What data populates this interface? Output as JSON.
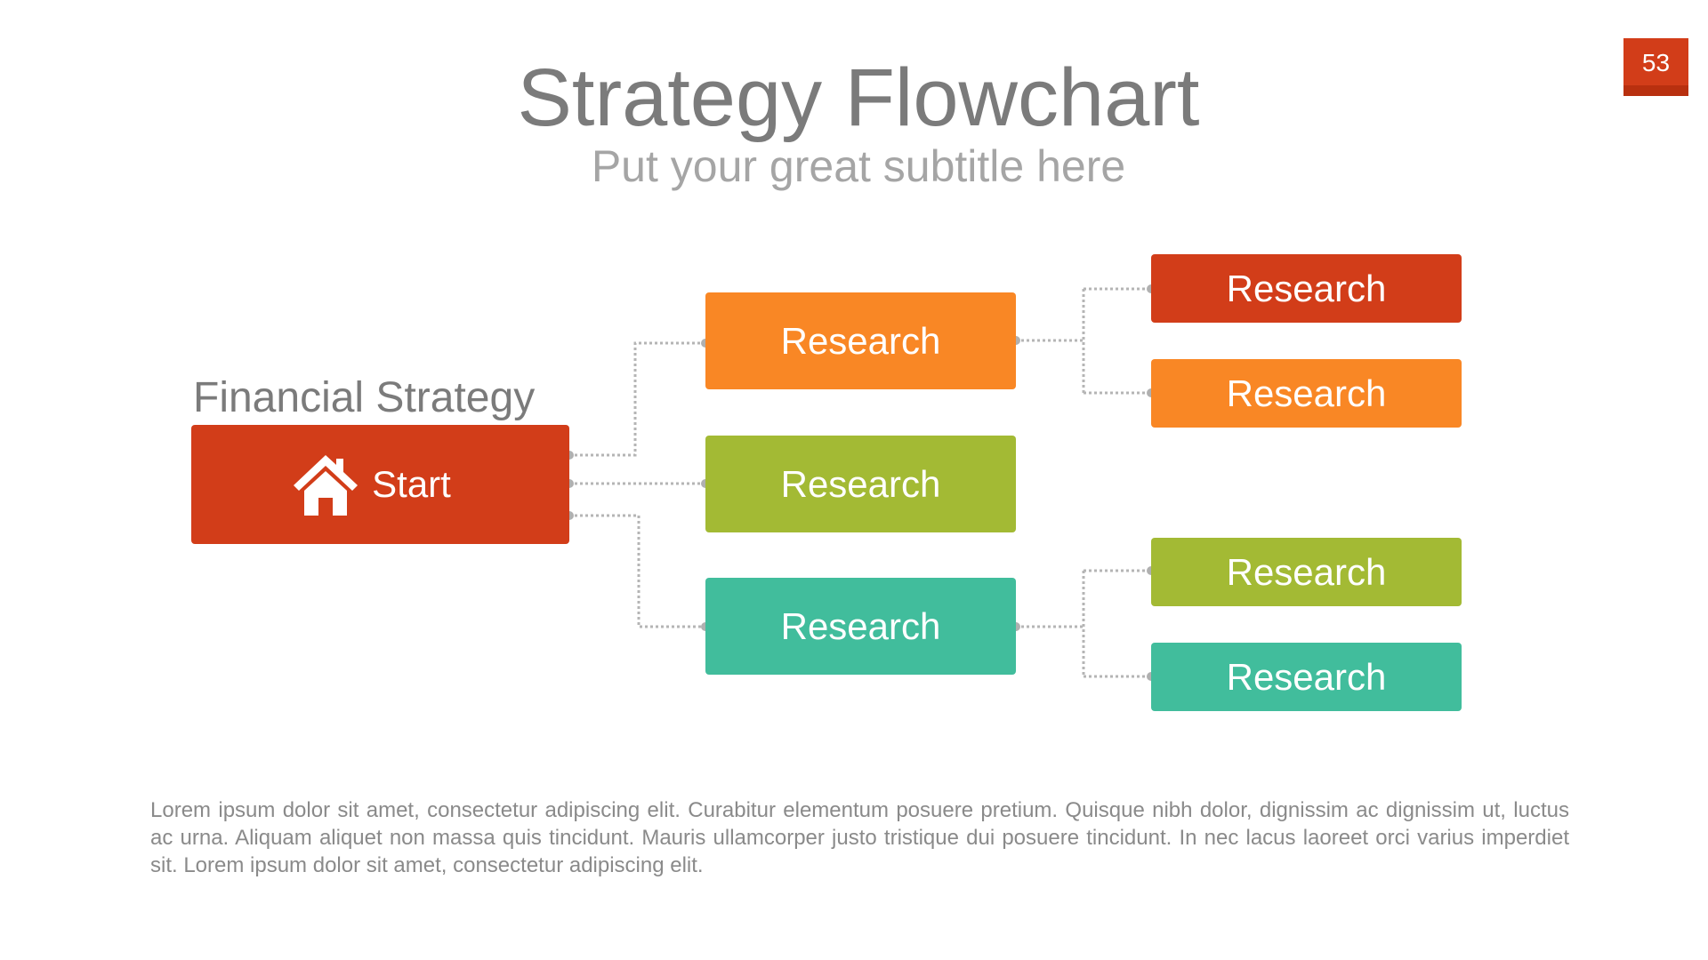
{
  "page_number": "53",
  "title": "Strategy Flowchart",
  "subtitle": "Put your great subtitle here",
  "section_label": "Financial Strategy",
  "start": {
    "label": "Start",
    "icon": "home-icon"
  },
  "level1": [
    {
      "label": "Research",
      "color": "#F98725"
    },
    {
      "label": "Research",
      "color": "#A3BA34"
    },
    {
      "label": "Research",
      "color": "#41BD9C"
    }
  ],
  "level2": [
    {
      "label": "Research",
      "color": "#D23D19"
    },
    {
      "label": "Research",
      "color": "#F98725"
    },
    {
      "label": "Research",
      "color": "#A3BA34"
    },
    {
      "label": "Research",
      "color": "#41BD9C"
    }
  ],
  "body_text": "Lorem ipsum dolor sit amet, consectetur adipiscing elit. Curabitur elementum posuere pretium. Quisque nibh dolor, dignissim ac dignissim ut, luctus ac urna. Aliquam aliquet non massa quis tincidunt. Mauris ullamcorper justo tristique dui posuere tincidunt. In nec lacus laoreet orci varius imperdiet sit. Lorem ipsum dolor sit amet, consectetur adipiscing elit."
}
